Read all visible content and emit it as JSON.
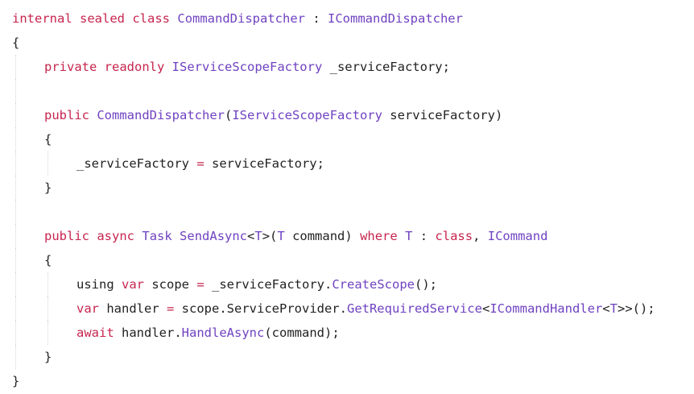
{
  "theme": {
    "background": "#ffffff",
    "token_colors": {
      "kw": "#c7254e",
      "type": "#6f42c1",
      "method": "#6f42c1",
      "plain": "#222222",
      "op": "#c7254e",
      "punct": "#222222"
    }
  },
  "code": {
    "lines": [
      {
        "indent": 0,
        "tokens": [
          {
            "t": "internal",
            "c": "kw"
          },
          {
            "t": " ",
            "c": "plain"
          },
          {
            "t": "sealed",
            "c": "kw"
          },
          {
            "t": " ",
            "c": "plain"
          },
          {
            "t": "class",
            "c": "kw"
          },
          {
            "t": " ",
            "c": "plain"
          },
          {
            "t": "CommandDispatcher",
            "c": "type"
          },
          {
            "t": " : ",
            "c": "plain"
          },
          {
            "t": "ICommandDispatcher",
            "c": "type"
          }
        ]
      },
      {
        "indent": 0,
        "tokens": [
          {
            "t": "{",
            "c": "punct"
          }
        ]
      },
      {
        "indent": 1,
        "tokens": [
          {
            "t": "private",
            "c": "kw"
          },
          {
            "t": " ",
            "c": "plain"
          },
          {
            "t": "readonly",
            "c": "kw"
          },
          {
            "t": " ",
            "c": "plain"
          },
          {
            "t": "IServiceScopeFactory",
            "c": "type"
          },
          {
            "t": " _serviceFactory;",
            "c": "plain"
          }
        ]
      },
      {
        "indent": 1,
        "tokens": []
      },
      {
        "indent": 1,
        "tokens": [
          {
            "t": "public",
            "c": "kw"
          },
          {
            "t": " ",
            "c": "plain"
          },
          {
            "t": "CommandDispatcher",
            "c": "type"
          },
          {
            "t": "(",
            "c": "punct"
          },
          {
            "t": "IServiceScopeFactory",
            "c": "type"
          },
          {
            "t": " serviceFactory)",
            "c": "plain"
          }
        ]
      },
      {
        "indent": 1,
        "tokens": [
          {
            "t": "{",
            "c": "punct"
          }
        ]
      },
      {
        "indent": 2,
        "tokens": [
          {
            "t": "_serviceFactory ",
            "c": "plain"
          },
          {
            "t": "=",
            "c": "op"
          },
          {
            "t": " serviceFactory;",
            "c": "plain"
          }
        ]
      },
      {
        "indent": 1,
        "tokens": [
          {
            "t": "}",
            "c": "punct"
          }
        ]
      },
      {
        "indent": 1,
        "tokens": []
      },
      {
        "indent": 1,
        "tokens": [
          {
            "t": "public",
            "c": "kw"
          },
          {
            "t": " ",
            "c": "plain"
          },
          {
            "t": "async",
            "c": "kw"
          },
          {
            "t": " ",
            "c": "plain"
          },
          {
            "t": "Task",
            "c": "type"
          },
          {
            "t": " ",
            "c": "plain"
          },
          {
            "t": "SendAsync",
            "c": "method"
          },
          {
            "t": "<",
            "c": "punct"
          },
          {
            "t": "T",
            "c": "type"
          },
          {
            "t": ">(",
            "c": "punct"
          },
          {
            "t": "T",
            "c": "type"
          },
          {
            "t": " command) ",
            "c": "plain"
          },
          {
            "t": "where",
            "c": "kw"
          },
          {
            "t": " ",
            "c": "plain"
          },
          {
            "t": "T",
            "c": "type"
          },
          {
            "t": " : ",
            "c": "plain"
          },
          {
            "t": "class",
            "c": "kw"
          },
          {
            "t": ", ",
            "c": "plain"
          },
          {
            "t": "ICommand",
            "c": "type"
          }
        ]
      },
      {
        "indent": 1,
        "tokens": [
          {
            "t": "{",
            "c": "punct"
          }
        ]
      },
      {
        "indent": 2,
        "tokens": [
          {
            "t": "using",
            "c": "plain"
          },
          {
            "t": " ",
            "c": "plain"
          },
          {
            "t": "var",
            "c": "kw"
          },
          {
            "t": " scope ",
            "c": "plain"
          },
          {
            "t": "=",
            "c": "op"
          },
          {
            "t": " _serviceFactory.",
            "c": "plain"
          },
          {
            "t": "CreateScope",
            "c": "method"
          },
          {
            "t": "();",
            "c": "plain"
          }
        ]
      },
      {
        "indent": 2,
        "tokens": [
          {
            "t": "var",
            "c": "kw"
          },
          {
            "t": " handler ",
            "c": "plain"
          },
          {
            "t": "=",
            "c": "op"
          },
          {
            "t": " scope.ServiceProvider.",
            "c": "plain"
          },
          {
            "t": "GetRequiredService",
            "c": "method"
          },
          {
            "t": "<",
            "c": "punct"
          },
          {
            "t": "ICommandHandler",
            "c": "type"
          },
          {
            "t": "<",
            "c": "punct"
          },
          {
            "t": "T",
            "c": "type"
          },
          {
            "t": ">>();",
            "c": "plain"
          }
        ]
      },
      {
        "indent": 2,
        "tokens": [
          {
            "t": "await",
            "c": "kw"
          },
          {
            "t": " handler.",
            "c": "plain"
          },
          {
            "t": "HandleAsync",
            "c": "method"
          },
          {
            "t": "(command);",
            "c": "plain"
          }
        ]
      },
      {
        "indent": 1,
        "tokens": [
          {
            "t": "}",
            "c": "punct"
          }
        ]
      },
      {
        "indent": 0,
        "tokens": [
          {
            "t": "}",
            "c": "punct"
          }
        ]
      }
    ]
  }
}
